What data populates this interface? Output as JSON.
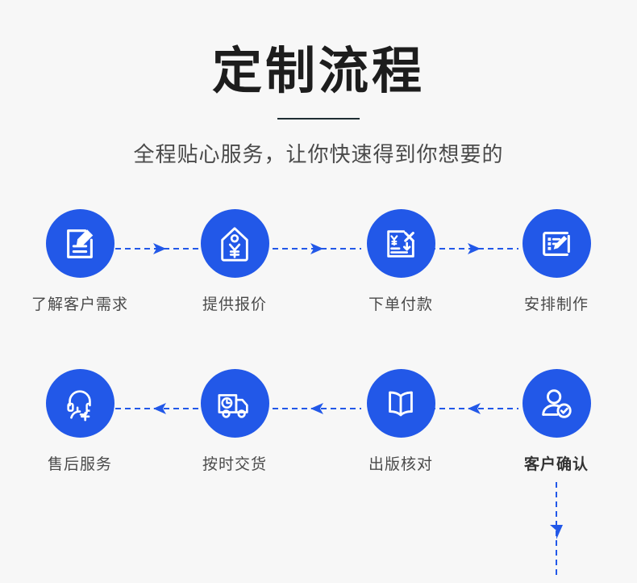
{
  "header": {
    "title": "定制流程",
    "subtitle": "全程贴心服务，让你快速得到你想要的"
  },
  "theme": {
    "background": "#f7f7f7",
    "accent": "#2258e8",
    "title_color": "#1d1d1d",
    "label_color": "#4a4a4a",
    "divider_color": "#1f2e33"
  },
  "flow": {
    "rows": [
      {
        "direction": "right",
        "steps": [
          {
            "index": "1",
            "label": "了解客户需求",
            "icon": "document-pen-icon"
          },
          {
            "index": "2",
            "label": "提供报价",
            "icon": "price-tag-yuan-icon"
          },
          {
            "index": "3",
            "label": "下单付款",
            "icon": "order-payment-icon"
          },
          {
            "index": "4",
            "label": "安排制作",
            "icon": "clipboard-pen-icon"
          }
        ]
      },
      {
        "direction": "left",
        "steps": [
          {
            "index": "8",
            "label": "售后服务",
            "icon": "headset-support-icon"
          },
          {
            "index": "7",
            "label": "按时交货",
            "icon": "delivery-truck-clock-icon"
          },
          {
            "index": "6",
            "label": "出版核对",
            "icon": "open-book-icon"
          },
          {
            "index": "5",
            "label": "客户确认",
            "icon": "user-check-icon"
          }
        ]
      }
    ],
    "connectors": {
      "horizontal_top": "arrow-right-dashed",
      "horizontal_bottom": "arrow-left-dashed",
      "vertical_right": "arrow-down-dashed"
    }
  }
}
